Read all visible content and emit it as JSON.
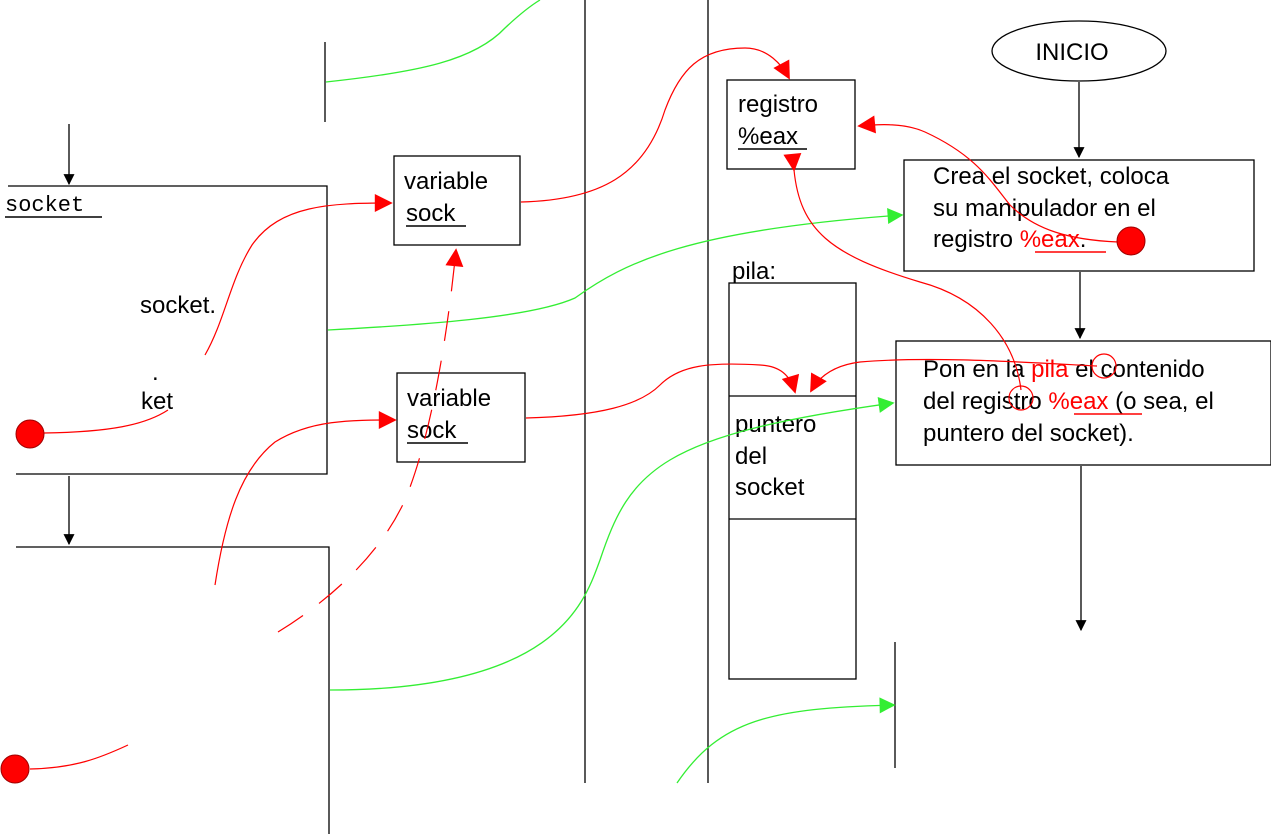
{
  "start": {
    "label": "INICIO"
  },
  "left_panel": {
    "code_socket": "socket",
    "call_text": "socket.",
    "dot": ".",
    "fragment_ket": "ket"
  },
  "var_box_1": {
    "line1": "variable",
    "line2": "sock"
  },
  "var_box_2": {
    "line1": "variable",
    "line2": "sock"
  },
  "register_box": {
    "line1": "registro",
    "line2": "%eax"
  },
  "stack": {
    "label": "pila:",
    "cell_line1": "puntero",
    "cell_line2": "del",
    "cell_line3": "socket"
  },
  "step1": {
    "line1": "Crea el socket, coloca",
    "line2": "su manipulador en el",
    "line3_prefix": "registro ",
    "line3_reg": "%eax",
    "line3_suffix": "."
  },
  "step2": {
    "line1_a": "Pon en la ",
    "line1_b": "pila",
    "line1_c": " el contenido",
    "line2_a": "del registro ",
    "line2_b": "%eax",
    "line2_c": " (o sea, el",
    "line3": "puntero del socket)."
  },
  "colors": {
    "data_arrow": "#ff0000",
    "control_arrow": "#33ee33",
    "line": "#000000"
  }
}
